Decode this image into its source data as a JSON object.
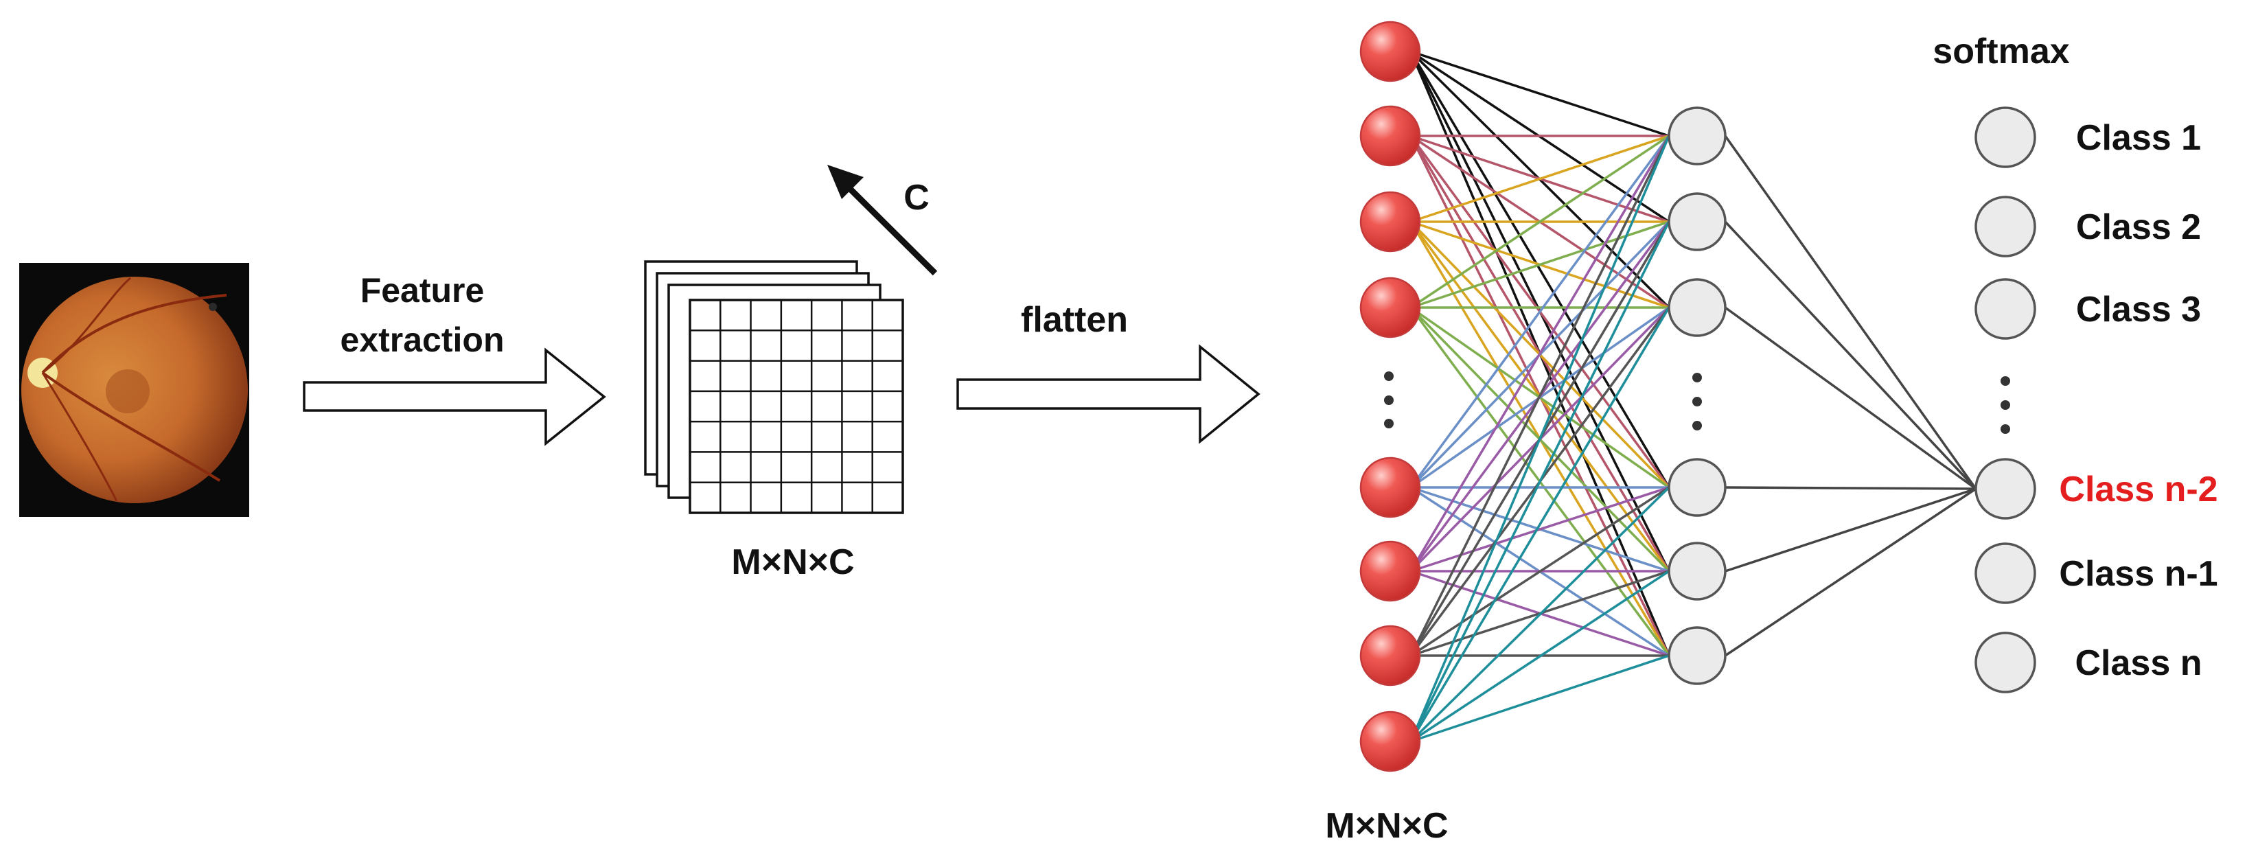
{
  "labels": {
    "feature_extraction_line1": "Feature",
    "feature_extraction_line2": "extraction",
    "channel_axis": "C",
    "flatten": "flatten",
    "feature_map_size": "M×N×C",
    "input_layer_size": "M×N×C",
    "softmax": "softmax"
  },
  "classes": [
    {
      "label": "Class 1",
      "highlighted": false
    },
    {
      "label": "Class 2",
      "highlighted": false
    },
    {
      "label": "Class 3",
      "highlighted": false
    },
    {
      "label": "Class n-2",
      "highlighted": true
    },
    {
      "label": "Class n-1",
      "highlighted": false
    },
    {
      "label": "Class n",
      "highlighted": false
    }
  ],
  "colors": {
    "input_node_fill": "#e8403e",
    "highlight_text": "#e41e1e",
    "connection_palette": [
      "#111111",
      "#b5556a",
      "#d9a520",
      "#7fae4e",
      "#6b8fc7",
      "#9a5ba6",
      "#555555",
      "#1e8f9a"
    ]
  },
  "icons": {
    "retina_image": "retina-fundus-image"
  }
}
